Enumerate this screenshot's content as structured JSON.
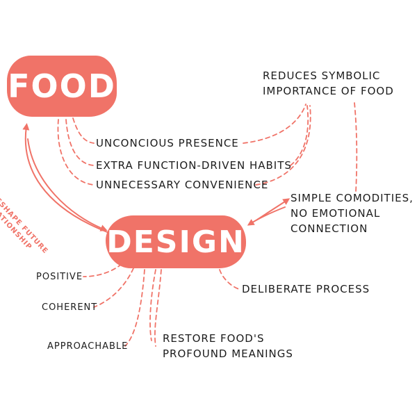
{
  "colors": {
    "accent": "#f07368",
    "text": "#1c1c1c",
    "background": "#ffffff"
  },
  "nodes": {
    "food": "FOOD",
    "design": "DESIGN"
  },
  "relation": {
    "line1": "RESHAPE FUTURE",
    "line2": "RELATIONSHIP"
  },
  "food_effects": {
    "unconscious_presence": "UNCONCIOUS PRESENCE",
    "extra_function": "EXTRA FUNCTION-DRIVEN HABITS",
    "unnecessary_convenience": "UNNECESSARY CONVENIENCE"
  },
  "consequences": {
    "symbolic_line1": "REDUCES SYMBOLIC",
    "symbolic_line2": "IMPORTANCE OF FOOD",
    "commodities_line1": "SIMPLE COMODITIES,",
    "commodities_line2": "NO EMOTIONAL",
    "commodities_line3": "CONNECTION"
  },
  "design_qualities": {
    "positive": "POSITIVE",
    "coherent": "COHERENT",
    "approachable": "APPROACHABLE",
    "restore_line1": "RESTORE FOOD'S",
    "restore_line2": "PROFOUND MEANINGS",
    "deliberate": "DELIBERATE PROCESS"
  }
}
